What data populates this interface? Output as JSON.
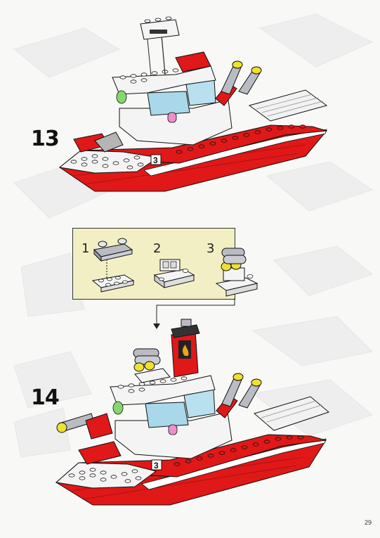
{
  "steps": {
    "step13": "13",
    "step14": "14"
  },
  "substeps": [
    "1",
    "2",
    "3"
  ],
  "boat_number": "3",
  "page_number": "29",
  "colors": {
    "hull_red": "#e01818",
    "white_brick": "#f4f4f4",
    "grey_brick": "#b9bcc3",
    "window_blue": "#a8d8ea",
    "yellow": "#f0e030",
    "panel_bg": "#f3efc4",
    "pink": "#f08ec8",
    "green": "#86d66e"
  }
}
